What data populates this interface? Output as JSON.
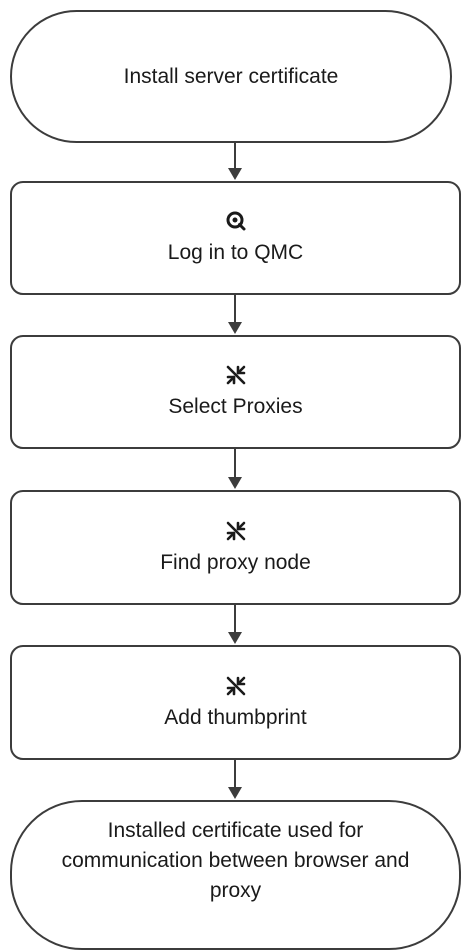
{
  "flowchart": {
    "start": {
      "label": "Install server certificate"
    },
    "steps": [
      {
        "label": "Log in to QMC",
        "icon": "search-icon"
      },
      {
        "label": "Select Proxies",
        "icon": "collapse-arrows-icon"
      },
      {
        "label": "Find proxy node",
        "icon": "collapse-arrows-icon"
      },
      {
        "label": "Add thumbprint",
        "icon": "collapse-arrows-icon"
      }
    ],
    "end": {
      "lines": [
        "Installed certificate used for",
        "communication between browser and",
        "proxy"
      ]
    }
  },
  "colors": {
    "stroke": "#3c3c3c",
    "text": "#1a1a1a",
    "background": "#ffffff"
  }
}
